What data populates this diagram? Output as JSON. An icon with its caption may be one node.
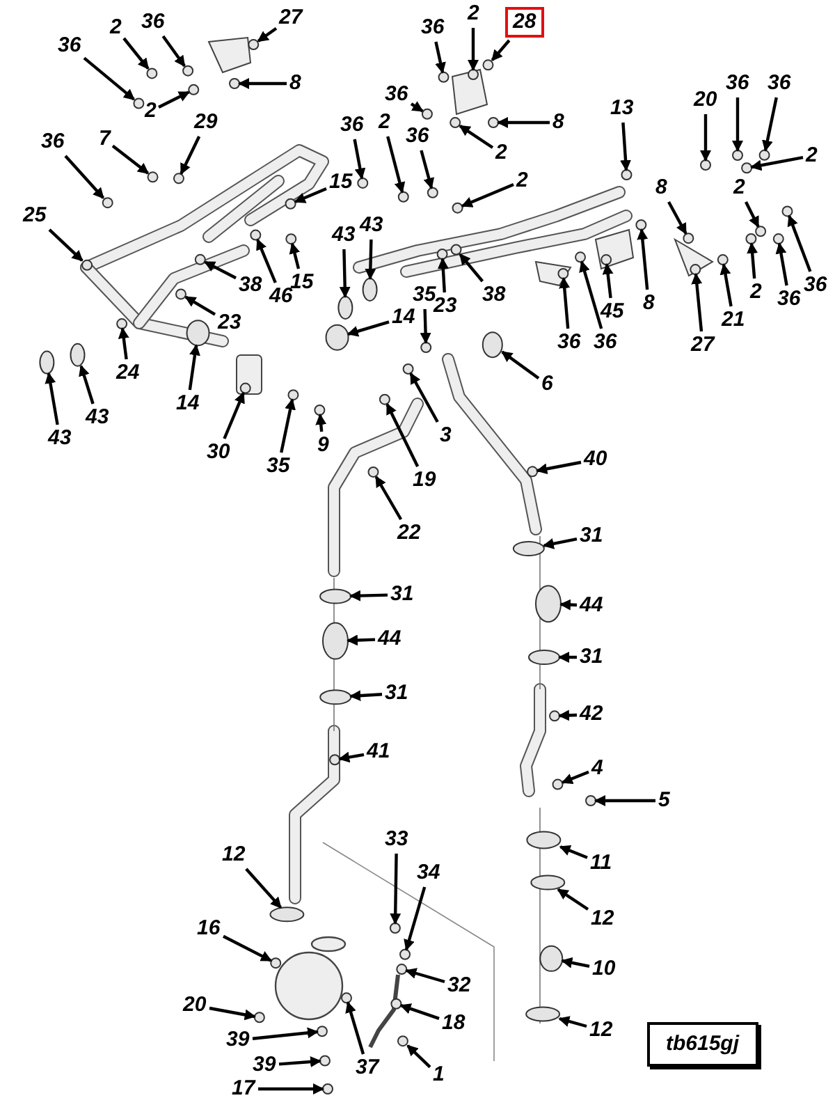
{
  "diagram": {
    "nodes": [
      {
        "text": [
          "36"
        ]
      },
      {
        "text": [
          "2"
        ]
      },
      {
        "text": [
          "36"
        ]
      },
      {
        "text": [
          "27"
        ]
      },
      {
        "text": [
          "8"
        ]
      },
      {
        "text": [
          "2"
        ]
      },
      {
        "text": [
          "28"
        ]
      },
      {
        "text": [
          "2"
        ]
      },
      {
        "text": [
          "36"
        ]
      },
      {
        "text": [
          "36"
        ]
      },
      {
        "text": [
          "2"
        ]
      },
      {
        "text": [
          "8"
        ]
      },
      {
        "text": [
          "36"
        ]
      },
      {
        "text": [
          "2"
        ]
      },
      {
        "text": [
          "36"
        ]
      },
      {
        "text": [
          "2"
        ]
      },
      {
        "text": [
          "13"
        ]
      },
      {
        "text": [
          "20"
        ]
      },
      {
        "text": [
          "36"
        ]
      },
      {
        "text": [
          "36"
        ]
      },
      {
        "text": [
          "2"
        ]
      },
      {
        "text": [
          "8"
        ]
      },
      {
        "text": [
          "2"
        ]
      },
      {
        "text": [
          "36"
        ]
      },
      {
        "text": [
          "36"
        ]
      },
      {
        "text": [
          "2"
        ]
      },
      {
        "text": [
          "21"
        ]
      },
      {
        "text": [
          "27"
        ]
      },
      {
        "text": [
          "8"
        ]
      },
      {
        "text": [
          "45"
        ]
      },
      {
        "text": [
          "36"
        ]
      },
      {
        "text": [
          "36"
        ]
      },
      {
        "text": [
          "38"
        ]
      },
      {
        "text": [
          "23"
        ]
      },
      {
        "text": [
          "7"
        ]
      },
      {
        "text": [
          "29"
        ]
      },
      {
        "text": [
          "36"
        ]
      },
      {
        "text": [
          "25"
        ]
      },
      {
        "text": [
          "15"
        ]
      },
      {
        "text": [
          "15"
        ]
      },
      {
        "text": [
          "46"
        ]
      },
      {
        "text": [
          "38"
        ]
      },
      {
        "text": [
          "23"
        ]
      },
      {
        "text": [
          "43"
        ]
      },
      {
        "text": [
          "43"
        ]
      },
      {
        "text": [
          "14"
        ]
      },
      {
        "text": [
          "24"
        ]
      },
      {
        "text": [
          "14"
        ]
      },
      {
        "text": [
          "43"
        ]
      },
      {
        "text": [
          "43"
        ]
      },
      {
        "text": [
          "30"
        ]
      },
      {
        "text": [
          "35"
        ]
      },
      {
        "text": [
          "9"
        ]
      },
      {
        "text": [
          "35"
        ]
      },
      {
        "text": [
          "3"
        ]
      },
      {
        "text": [
          "19"
        ]
      },
      {
        "text": [
          "6"
        ]
      },
      {
        "text": [
          "40"
        ]
      },
      {
        "text": [
          "22"
        ]
      },
      {
        "text": [
          "31"
        ]
      },
      {
        "text": [
          "44"
        ]
      },
      {
        "text": [
          "31"
        ]
      },
      {
        "text": [
          "42"
        ]
      },
      {
        "text": [
          "31"
        ]
      },
      {
        "text": [
          "44"
        ]
      },
      {
        "text": [
          "31"
        ]
      },
      {
        "text": [
          "41"
        ]
      },
      {
        "text": [
          "4"
        ]
      },
      {
        "text": [
          "5"
        ]
      },
      {
        "text": [
          "11"
        ]
      },
      {
        "text": [
          "12"
        ]
      },
      {
        "text": [
          "10"
        ]
      },
      {
        "text": [
          "12"
        ]
      },
      {
        "text": [
          "12"
        ]
      },
      {
        "text": [
          "16"
        ]
      },
      {
        "text": [
          "33"
        ]
      },
      {
        "text": [
          "34"
        ]
      },
      {
        "text": [
          "32"
        ]
      },
      {
        "text": [
          "18"
        ]
      },
      {
        "text": [
          "20"
        ]
      },
      {
        "text": [
          "39"
        ]
      },
      {
        "text": [
          "39"
        ]
      },
      {
        "text": [
          "17"
        ]
      },
      {
        "text": [
          "37"
        ]
      },
      {
        "text": [
          "1"
        ]
      },
      {
        "text": [
          "tb615gj"
        ]
      },
      {
        "text": [],
        "shape": "circle"
      },
      {
        "text": [],
        "shape": "circle"
      },
      {
        "text": [],
        "shape": "circle"
      },
      {
        "text": [],
        "shape": "circle"
      },
      {
        "text": [],
        "shape": "circle"
      },
      {
        "text": [],
        "shape": "circle"
      },
      {
        "text": [],
        "shape": "circle"
      },
      {
        "text": [],
        "shape": "circle"
      },
      {
        "text": [],
        "shape": "circle"
      },
      {
        "text": [],
        "shape": "circle"
      },
      {
        "text": [],
        "shape": "circle"
      },
      {
        "text": [],
        "shape": "circle"
      },
      {
        "text": [],
        "shape": "circle"
      },
      {
        "text": [],
        "shape": "circle"
      },
      {
        "text": [],
        "shape": "circle"
      },
      {
        "text": [],
        "shape": "circle"
      },
      {
        "text": [],
        "shape": "circle"
      },
      {
        "text": [],
        "shape": "circle"
      },
      {
        "text": [],
        "shape": "circle"
      },
      {
        "text": [],
        "shape": "circle"
      },
      {
        "text": [],
        "shape": "circle"
      },
      {
        "text": [],
        "shape": "circle"
      },
      {
        "text": [],
        "shape": "circle"
      },
      {
        "text": [],
        "shape": "circle"
      },
      {
        "text": [],
        "shape": "circle"
      },
      {
        "text": [],
        "shape": "circle"
      },
      {
        "text": [],
        "shape": "circle"
      },
      {
        "text": [],
        "shape": "circle"
      },
      {
        "text": [],
        "shape": "circle"
      },
      {
        "text": [],
        "shape": "circle"
      },
      {
        "text": [],
        "shape": "circle"
      },
      {
        "text": [],
        "shape": "circle"
      },
      {
        "text": [],
        "shape": "circle"
      },
      {
        "text": [],
        "shape": "circle"
      },
      {
        "text": [],
        "shape": "circle"
      },
      {
        "text": [],
        "shape": "circle"
      },
      {
        "text": [],
        "shape": "circle"
      },
      {
        "text": [],
        "shape": "circle"
      },
      {
        "text": [],
        "shape": "circle"
      },
      {
        "text": [],
        "shape": "circle"
      },
      {
        "text": [],
        "shape": "circle"
      },
      {
        "text": [],
        "shape": "circle"
      },
      {
        "text": [],
        "shape": "circle"
      },
      {
        "text": [],
        "shape": "circle"
      },
      {
        "text": [],
        "shape": "circle"
      },
      {
        "text": [],
        "shape": "circle"
      },
      {
        "text": [],
        "shape": "circle"
      },
      {
        "text": [],
        "shape": "circle"
      },
      {
        "text": [],
        "shape": "circle"
      },
      {
        "text": [],
        "shape": "circle"
      },
      {
        "text": [],
        "shape": "circle"
      },
      {
        "text": [],
        "shape": "circle"
      },
      {
        "text": [],
        "shape": "circle"
      },
      {
        "text": [],
        "shape": "circle"
      },
      {
        "text": [],
        "shape": "circle"
      },
      {
        "text": [],
        "shape": "circle"
      },
      {
        "text": [],
        "shape": "circle"
      },
      {
        "text": [],
        "shape": "circle"
      },
      {
        "text": [],
        "shape": "circle"
      },
      {
        "text": [],
        "shape": "circle"
      },
      {
        "text": [],
        "shape": "circle"
      },
      {
        "text": [],
        "shape": "circle"
      },
      {
        "text": [],
        "shape": "circle"
      },
      {
        "text": [],
        "shape": "circle"
      },
      {
        "text": [],
        "shape": "circle"
      },
      {
        "text": [],
        "shape": "circle"
      },
      {
        "text": [],
        "shape": "circle"
      },
      {
        "text": [],
        "shape": "circle"
      },
      {
        "text": [],
        "shape": "circle"
      },
      {
        "text": [],
        "shape": "circle"
      },
      {
        "text": [],
        "shape": "circle"
      },
      {
        "text": [],
        "shape": "circle"
      },
      {
        "text": [],
        "shape": "circle"
      },
      {
        "text": [],
        "shape": "circle"
      },
      {
        "text": [],
        "shape": "circle"
      },
      {
        "text": [],
        "shape": "circle"
      },
      {
        "text": [],
        "shape": "circle"
      },
      {
        "text": [],
        "shape": "circle"
      },
      {
        "text": [],
        "shape": "circle"
      },
      {
        "text": [],
        "shape": "circle"
      },
      {
        "text": [],
        "shape": "circle"
      },
      {
        "text": [],
        "shape": "circle"
      },
      {
        "text": [],
        "shape": "circle"
      },
      {
        "text": [],
        "shape": "circle"
      },
      {
        "text": [],
        "shape": "circle"
      }
    ],
    "edges": [
      {
        "from": 0,
        "to": 86,
        "arrow": "to"
      },
      {
        "from": 1,
        "to": 87,
        "arrow": "to"
      },
      {
        "from": 2,
        "to": 88,
        "arrow": "to"
      },
      {
        "from": 3,
        "to": 89,
        "arrow": "to"
      },
      {
        "from": 4,
        "to": 90,
        "arrow": "to"
      },
      {
        "from": 5,
        "to": 91,
        "arrow": "to"
      },
      {
        "from": 6,
        "to": 92,
        "arrow": "to"
      },
      {
        "from": 7,
        "to": 93,
        "arrow": "to"
      },
      {
        "from": 8,
        "to": 94,
        "arrow": "to"
      },
      {
        "from": 9,
        "to": 95,
        "arrow": "to"
      },
      {
        "from": 10,
        "to": 96,
        "arrow": "to"
      },
      {
        "from": 11,
        "to": 97,
        "arrow": "to"
      },
      {
        "from": 12,
        "to": 98,
        "arrow": "to"
      },
      {
        "from": 13,
        "to": 99,
        "arrow": "to"
      },
      {
        "from": 14,
        "to": 100,
        "arrow": "to"
      },
      {
        "from": 15,
        "to": 101,
        "arrow": "to"
      },
      {
        "from": 16,
        "to": 102,
        "arrow": "to"
      },
      {
        "from": 17,
        "to": 103,
        "arrow": "to"
      },
      {
        "from": 18,
        "to": 104,
        "arrow": "to"
      },
      {
        "from": 19,
        "to": 105,
        "arrow": "to"
      },
      {
        "from": 20,
        "to": 106,
        "arrow": "to"
      },
      {
        "from": 21,
        "to": 107,
        "arrow": "to"
      },
      {
        "from": 22,
        "to": 108,
        "arrow": "to"
      },
      {
        "from": 23,
        "to": 109,
        "arrow": "to"
      },
      {
        "from": 24,
        "to": 110,
        "arrow": "to"
      },
      {
        "from": 25,
        "to": 111,
        "arrow": "to"
      },
      {
        "from": 26,
        "to": 112,
        "arrow": "to"
      },
      {
        "from": 27,
        "to": 113,
        "arrow": "to"
      },
      {
        "from": 28,
        "to": 114,
        "arrow": "to"
      },
      {
        "from": 29,
        "to": 115,
        "arrow": "to"
      },
      {
        "from": 30,
        "to": 116,
        "arrow": "to"
      },
      {
        "from": 31,
        "to": 117,
        "arrow": "to"
      },
      {
        "from": 32,
        "to": 118,
        "arrow": "to"
      },
      {
        "from": 33,
        "to": 119,
        "arrow": "to"
      },
      {
        "from": 34,
        "to": 120,
        "arrow": "to"
      },
      {
        "from": 35,
        "to": 121,
        "arrow": "to"
      },
      {
        "from": 36,
        "to": 122,
        "arrow": "to"
      },
      {
        "from": 37,
        "to": 123,
        "arrow": "to"
      },
      {
        "from": 38,
        "to": 124,
        "arrow": "to"
      },
      {
        "from": 39,
        "to": 125,
        "arrow": "to"
      },
      {
        "from": 40,
        "to": 126,
        "arrow": "to"
      },
      {
        "from": 41,
        "to": 127,
        "arrow": "to"
      },
      {
        "from": 42,
        "to": 128,
        "arrow": "to"
      },
      {
        "from": 43,
        "to": 129,
        "arrow": "to"
      },
      {
        "from": 44,
        "to": 130,
        "arrow": "to"
      },
      {
        "from": 45,
        "to": 131,
        "arrow": "to"
      },
      {
        "from": 46,
        "to": 132,
        "arrow": "to"
      },
      {
        "from": 47,
        "to": 133,
        "arrow": "to"
      },
      {
        "from": 48,
        "to": 134,
        "arrow": "to"
      },
      {
        "from": 49,
        "to": 135,
        "arrow": "to"
      },
      {
        "from": 50,
        "to": 136,
        "arrow": "to"
      },
      {
        "from": 51,
        "to": 137,
        "arrow": "to"
      },
      {
        "from": 52,
        "to": 138,
        "arrow": "to"
      },
      {
        "from": 53,
        "to": 139,
        "arrow": "to"
      },
      {
        "from": 54,
        "to": 140,
        "arrow": "to"
      },
      {
        "from": 55,
        "to": 141,
        "arrow": "to"
      },
      {
        "from": 56,
        "to": 142,
        "arrow": "to"
      },
      {
        "from": 57,
        "to": 143,
        "arrow": "to"
      },
      {
        "from": 58,
        "to": 144,
        "arrow": "to"
      },
      {
        "from": 59,
        "to": 145,
        "arrow": "to"
      },
      {
        "from": 60,
        "to": 146,
        "arrow": "to"
      },
      {
        "from": 61,
        "to": 147,
        "arrow": "to"
      },
      {
        "from": 62,
        "to": 148,
        "arrow": "to"
      },
      {
        "from": 63,
        "to": 149,
        "arrow": "to"
      },
      {
        "from": 64,
        "to": 150,
        "arrow": "to"
      },
      {
        "from": 65,
        "to": 151,
        "arrow": "to"
      },
      {
        "from": 66,
        "to": 152,
        "arrow": "to"
      },
      {
        "from": 67,
        "to": 153,
        "arrow": "to"
      },
      {
        "from": 68,
        "to": 154,
        "arrow": "to"
      },
      {
        "from": 69,
        "to": 155,
        "arrow": "to"
      },
      {
        "from": 70,
        "to": 156,
        "arrow": "to"
      },
      {
        "from": 71,
        "to": 157,
        "arrow": "to"
      },
      {
        "from": 72,
        "to": 158,
        "arrow": "to"
      },
      {
        "from": 73,
        "to": 159,
        "arrow": "to"
      },
      {
        "from": 74,
        "to": 160,
        "arrow": "to"
      },
      {
        "from": 75,
        "to": 161,
        "arrow": "to"
      },
      {
        "from": 76,
        "to": 162,
        "arrow": "to"
      },
      {
        "from": 77,
        "to": 163,
        "arrow": "to"
      },
      {
        "from": 78,
        "to": 164,
        "arrow": "to"
      },
      {
        "from": 79,
        "to": 165,
        "arrow": "to"
      },
      {
        "from": 80,
        "to": 166,
        "arrow": "to"
      },
      {
        "from": 81,
        "to": 167,
        "arrow": "to"
      },
      {
        "from": 82,
        "to": 168,
        "arrow": "to"
      },
      {
        "from": 83,
        "to": 169,
        "arrow": "to"
      },
      {
        "from": 84,
        "to": 170,
        "arrow": "to"
      }
    ]
  }
}
